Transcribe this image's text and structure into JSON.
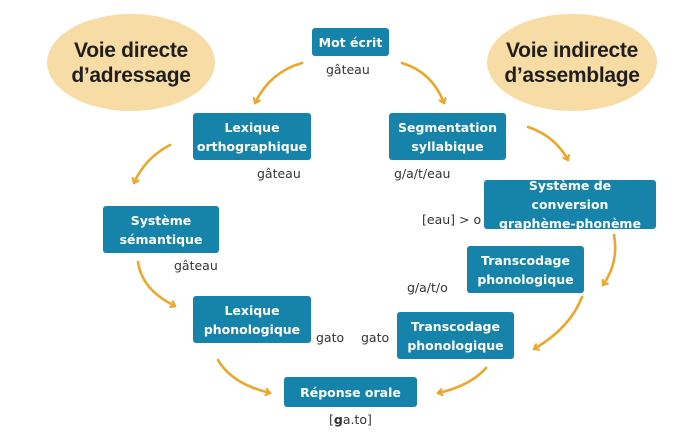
{
  "routes": {
    "direct": "Voie directe d’adressage",
    "indirect": "Voie indirecte d’assemblage"
  },
  "nodes": {
    "mot_ecrit": "Mot écrit",
    "lexique_ortho": "Lexique orthographique",
    "systeme_semantique": "Système sémantique",
    "lexique_phono": "Lexique phonologique",
    "reponse_orale": "Réponse orale",
    "segmentation": "Segmentation syllabique",
    "conversion": "Système de conversion graphème-phonème",
    "transcodage_1": "Transcodage phonologique",
    "transcodage_2": "Transcodage phonologique"
  },
  "labels": {
    "gateau_1": "gâteau",
    "gateau_2": "gâteau",
    "gateau_3": "gâteau",
    "gato_1": "gato",
    "gato_2": "gato",
    "seg_1": "g/a/t/eau",
    "conv": "[eau] > o",
    "seg_2": "g/a/t/o",
    "ipa_bracket_open": "[",
    "ipa_bold": "g",
    "ipa_rest": "a.to]"
  },
  "colors": {
    "box": "#1683ab",
    "ellipse": "#f8dca6",
    "arrow": "#eea62a"
  }
}
